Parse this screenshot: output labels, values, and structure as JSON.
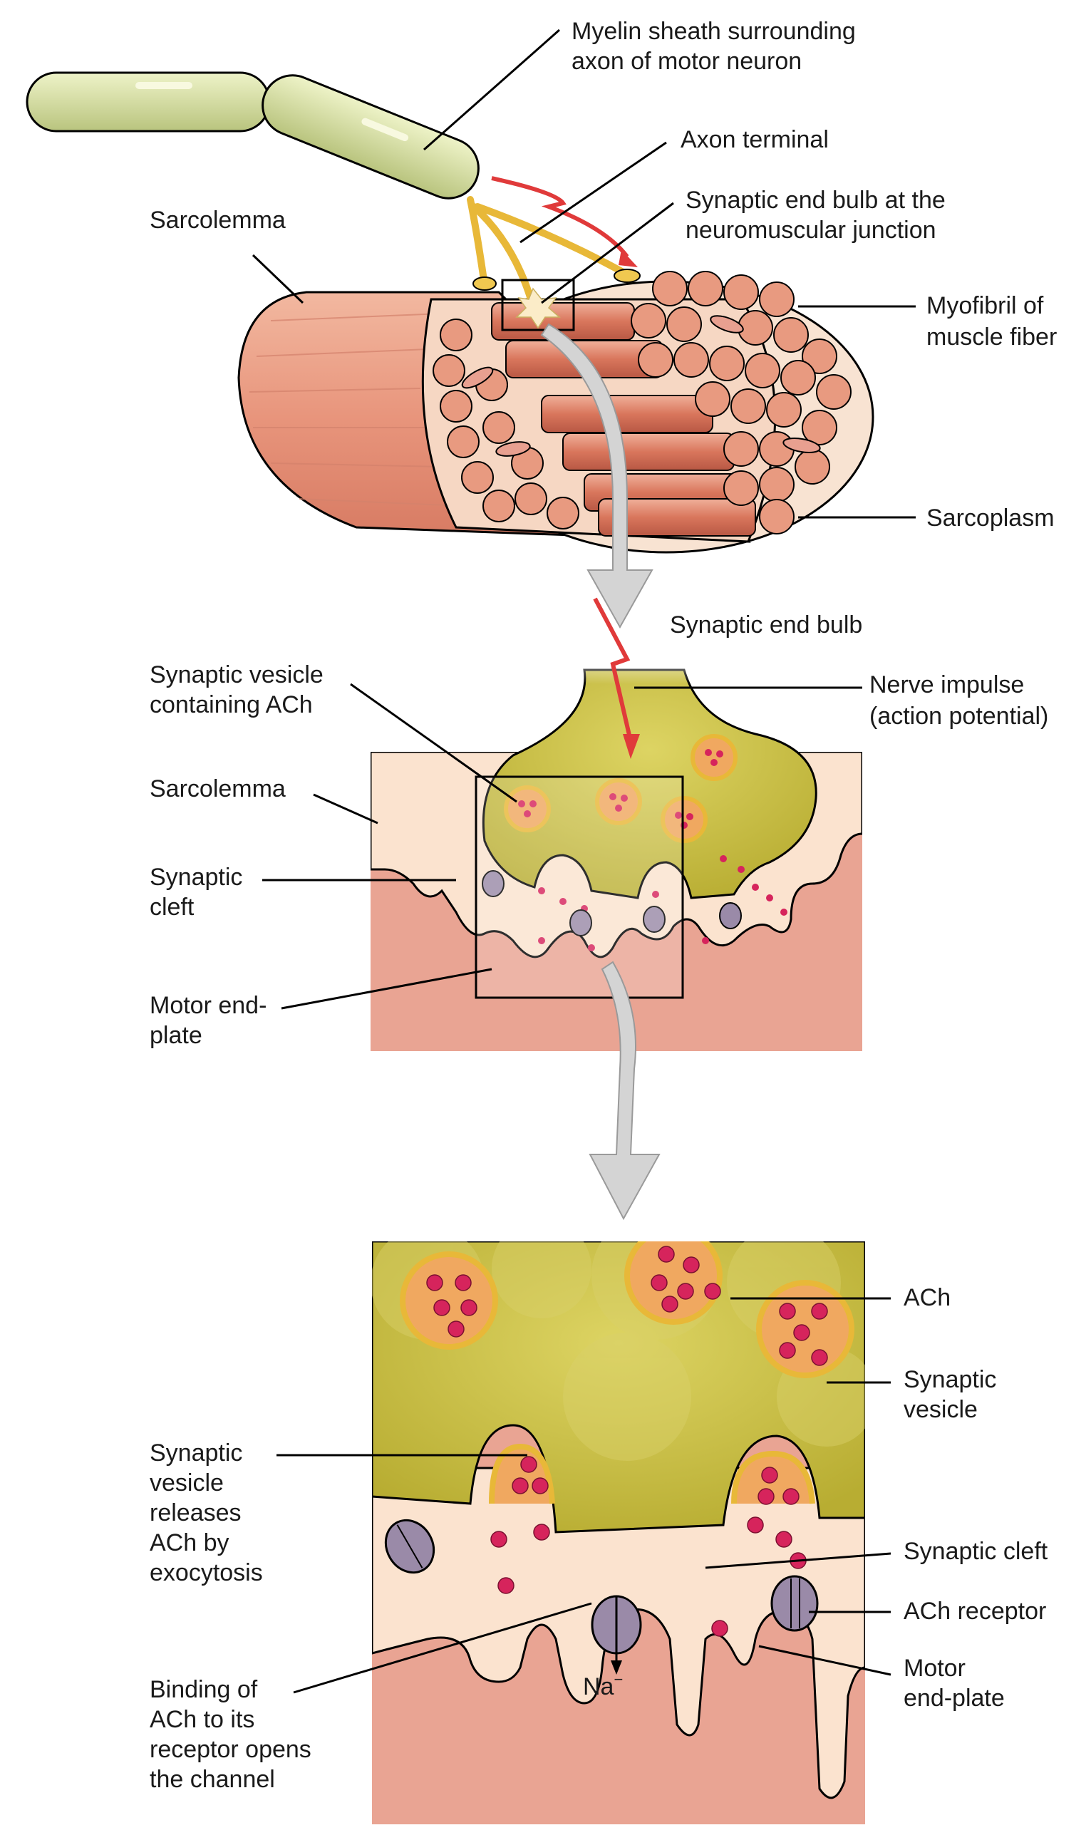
{
  "labels": {
    "myelin_1": "Myelin sheath surrounding",
    "myelin_2": "axon of motor neuron",
    "axon_terminal": "Axon terminal",
    "end_bulb_nmj_1": "Synaptic end bulb at the",
    "end_bulb_nmj_2": "neuromuscular junction",
    "sarcolemma_top": "Sarcolemma",
    "myofibril_1": "Myofibril of",
    "myofibril_2": "muscle fiber",
    "sarcoplasm": "Sarcoplasm",
    "end_bulb": "Synaptic end bulb",
    "vesicle_ach_1": "Synaptic vesicle",
    "vesicle_ach_2": "containing ACh",
    "nerve_impulse_1": "Nerve impulse",
    "nerve_impulse_2": "(action potential)",
    "sarcolemma_mid": "Sarcolemma",
    "cleft_mid_1": "Synaptic",
    "cleft_mid_2": "cleft",
    "endplate_mid_1": "Motor end-",
    "endplate_mid_2": "plate",
    "ach": "ACh",
    "vesicle_1": "Synaptic",
    "vesicle_2": "vesicle",
    "releases_1": "Synaptic",
    "releases_2": "vesicle",
    "releases_3": "releases",
    "releases_4": "ACh by",
    "releases_5": "exocytosis",
    "cleft_bottom": "Synaptic cleft",
    "receptor": "ACh receptor",
    "endplate_bottom_1": "Motor",
    "endplate_bottom_2": "end-plate",
    "binding_1": "Binding of",
    "binding_2": "ACh to its",
    "binding_3": "receptor opens",
    "binding_4": "the channel",
    "na_ion": "Na",
    "na_charge": "−"
  },
  "colors": {
    "muscle": "#e8a088",
    "muscle_dark": "#c9705c",
    "myofibril": "#e89a80",
    "sarcoplasm": "#f7dcc8",
    "myelin": "#d9e2a8",
    "axon": "#f0c850",
    "bulb": "#c9bf44",
    "vesicle": "#f0a860",
    "ach": "#d6245c",
    "cleft": "#fbe3cf",
    "receptor": "#9a8aa8",
    "impulse": "#e03a3a",
    "arrow": "#d0d0d0"
  }
}
